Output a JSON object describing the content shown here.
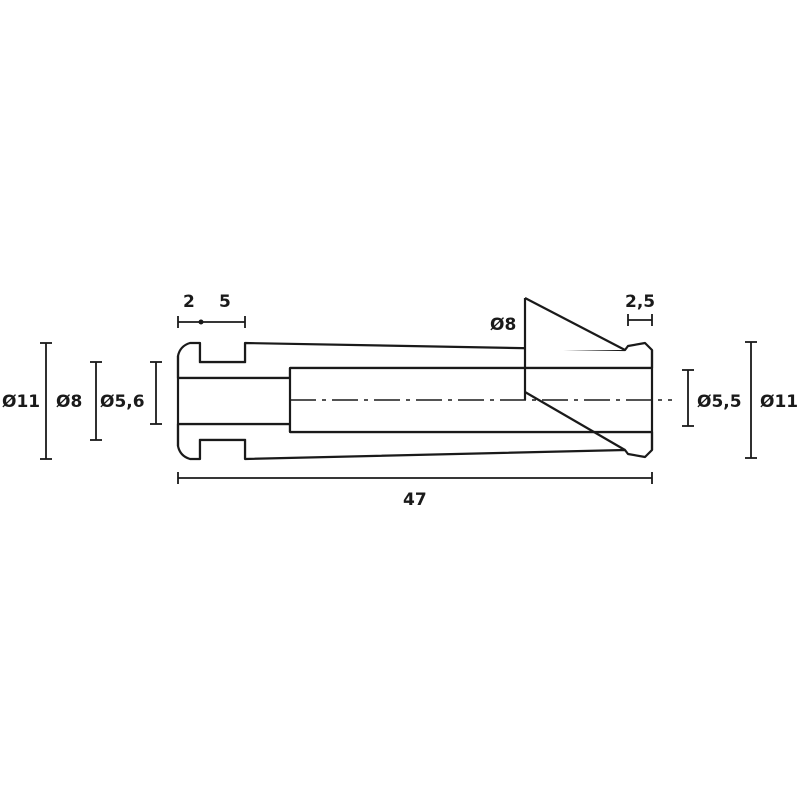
{
  "drawing": {
    "dimensions": {
      "left_outer_diameter": "Ø11",
      "left_groove_diameter": "Ø8",
      "left_bore_diameter": "Ø5,6",
      "groove_offset": "2",
      "groove_width": "5",
      "cone_diameter": "Ø8",
      "lip_width": "2,5",
      "right_bore_diameter": "Ø5,5",
      "right_outer_diameter": "Ø11",
      "total_length": "47"
    }
  }
}
